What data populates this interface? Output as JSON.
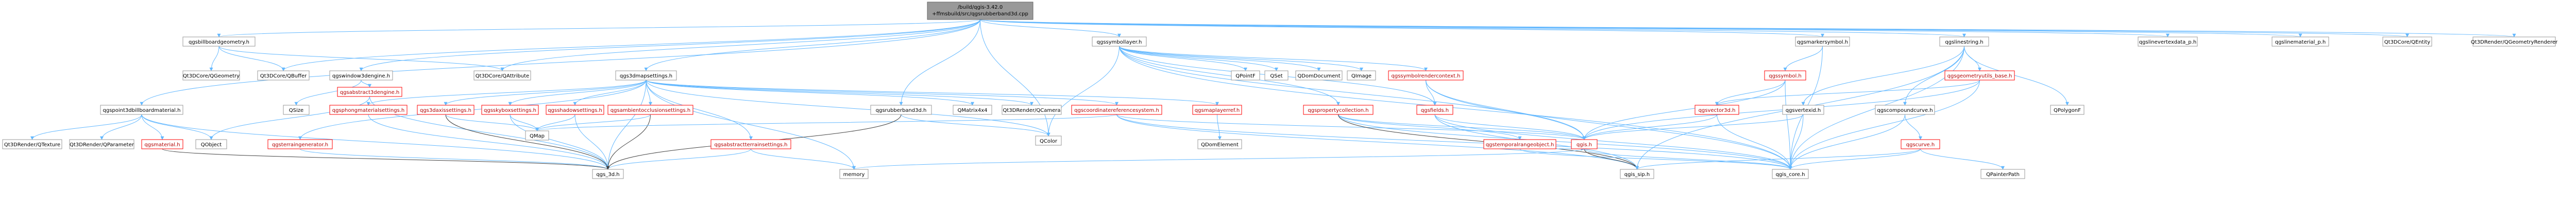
{
  "graph": {
    "root": {
      "label_line1": "/build/qgis-3.42.0",
      "label_line2": "+ffmsbuild/src/qgsrubberband3d.cpp"
    },
    "nodes": {
      "qgsbillboardgeometry_h": "qgsbillboardgeometry.h",
      "qgspoint3dbillboardmaterial_h": "qgspoint3dbillboardmaterial.h",
      "qgsrubberband3d_h": "qgsrubberband3d.h",
      "qgs3dmapsettings_h": "qgs3dmapsettings.h",
      "qgswindow3dengine_h": "qgswindow3dengine.h",
      "qgsabstract3dengine_h": "qgsabstract3dengine.h",
      "qgssymbollayer_h": "qgssymbollayer.h",
      "qgsmarkersymbol_h": "qgsmarkersymbol.h",
      "qgslinestring_h": "qgslinestring.h",
      "qgslinevertexdata_p_h": "qgslinevertexdata_p.h",
      "qgslinematerial_p_h": "qgslinematerial_p.h",
      "qt3dcore_qentity": "Qt3DCore/QEntity",
      "qt3drender_qgeometryrenderer": "Qt3DRender/QGeometryRenderer",
      "qt3dcore_qgeometry": "Qt3DCore/QGeometry",
      "qt3dcore_qbuffer": "Qt3DCore/QBuffer",
      "qt3dcore_qattribute": "Qt3DCore/QAttribute",
      "qsize": "QSize",
      "qt3drender_qtexture": "Qt3DRender/QTexture",
      "qt3drender_qparameter": "Qt3DRender/QParameter",
      "qgsmaterial_h": "qgsmaterial.h",
      "qobject": "QObject",
      "qgsterraingenerator_h": "qgsterraingenerator.h",
      "qgsphongmaterialsettings_h": "qgsphongmaterialsettings.h",
      "qgs3daxissettings_h": "qgs3daxissettings.h",
      "qgsskyboxsettings_h": "qgsskyboxsettings.h",
      "qgsshadowsettings_h": "qgsshadowsettings.h",
      "qgsambientocclusionsettings_h": "qgsambientocclusionsettings.h",
      "qgsabstractterrainsettings_h": "qgsabstractterrainsettings.h",
      "qmatrix4x4": "QMatrix4x4",
      "qt3drender_qcamera": "Qt3DRender/QCamera",
      "qgscoordinatereferencesystem_h": "qgscoordinatereferencesystem.h",
      "qgsmaplayerref_h": "qgsmaplayerref.h",
      "qmap": "QMap",
      "qcolor": "QColor",
      "qdomelement": "QDomElement",
      "qgs_3d_h": "qgs_3d.h",
      "memory": "memory",
      "qpointf": "QPointF",
      "qset": "QSet",
      "qdomdocument": "QDomDocument",
      "qimage": "QImage",
      "qgssymbolrendercontext_h": "qgssymbolrendercontext.h",
      "qgsfields_h": "qgsfields.h",
      "qgspropertycollection_h": "qgspropertycollection.h",
      "qgstemporalrangeobject_h": "qgstemporalrangeobject.h",
      "qgis_h": "qgis.h",
      "qgis_sip_h": "qgis_sip.h",
      "qgis_core_h": "qgis_core.h",
      "qgssymbol_h": "qgssymbol.h",
      "qgsvector3d_h": "qgsvector3d.h",
      "qgsvertexid_h": "qgsvertexid.h",
      "qgsgeometryutils_base_h": "qgsgeometryutils_base.h",
      "qgscompoundcurve_h": "qgscompoundcurve.h",
      "qgscurve_h": "qgscurve.h",
      "qpolygonf": "QPolygonF",
      "qpainterpath": "QPainterPath"
    }
  }
}
